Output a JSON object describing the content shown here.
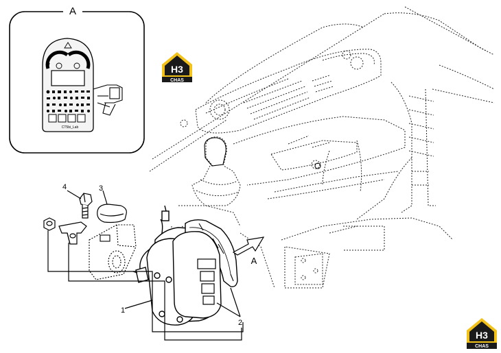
{
  "detail": {
    "view_letter": "A",
    "panel_brand": "CT5bi_Lab"
  },
  "view_arrow_label": "A",
  "callouts": [
    {
      "id": "1",
      "text": "1"
    },
    {
      "id": "2",
      "text": "2"
    },
    {
      "id": "3",
      "text": "3"
    },
    {
      "id": "4",
      "text": "4"
    }
  ],
  "watermark": {
    "logo_top": "H3",
    "logo_bottom": "CHAS",
    "color_dark": "#1a1a1a",
    "color_yellow": "#f2c21a"
  }
}
